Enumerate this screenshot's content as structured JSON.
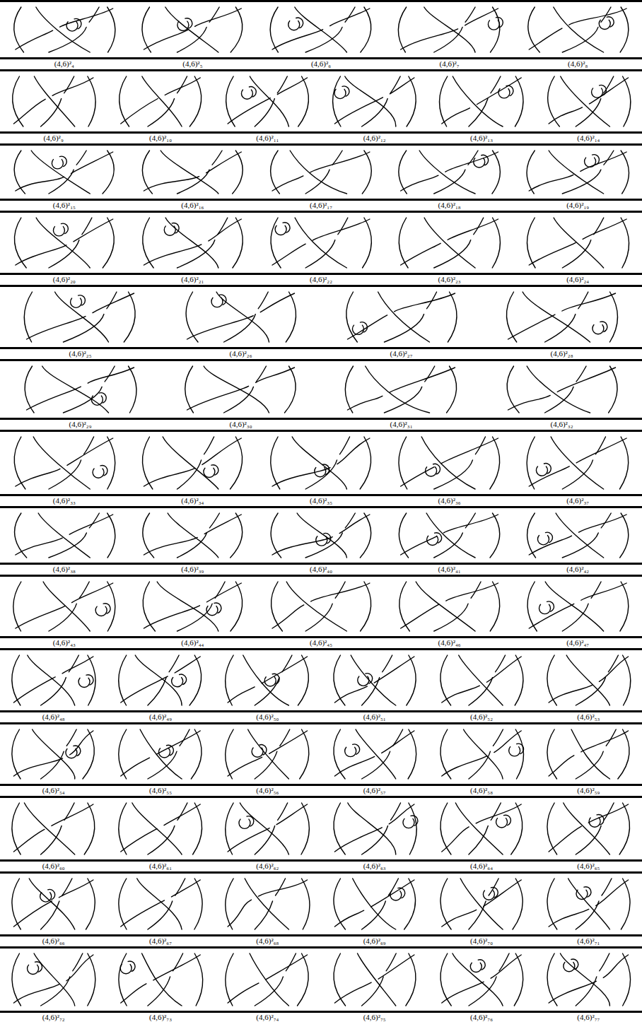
{
  "diagram": {
    "labels": [
      "(4,6)²₄",
      "(4,6)²₅",
      "(4,6)²₆",
      "(4,6)²₇",
      "(4,6)²₈",
      "(4,6)²₉",
      "(4,6)²₁₀",
      "(4,6)²₁₁",
      "(4,6)²₁₂",
      "(4,6)²₁₃",
      "(4,6)²₁₄",
      "(4,6)²₁₅",
      "(4,6)²₁₆",
      "(4,6)²₁₇",
      "(4,6)²₁₈",
      "(4,6)²₁₉",
      "(4,6)²₂₀",
      "(4,6)²₂₁",
      "(4,6)²₂₂",
      "(4,6)²₂₃",
      "(4,6)²₂₄",
      "(4,6)²₂₅",
      "(4,6)²₂₆",
      "(4,6)²₂₇",
      "(4,6)²₂₈",
      "(4,6)²₂₉",
      "(4,6)²₃₀",
      "(4,6)²₃₁",
      "(4,6)²₃₂",
      "(4,6)²₃₃",
      "(4,6)²₃₄",
      "(4,6)²₃₅",
      "(4,6)²₃₆",
      "(4,6)²₃₇",
      "(4,6)²₃₈",
      "(4,6)²₃₉",
      "(4,6)²₄₀",
      "(4,6)²₄₁",
      "(4,6)²₄₂",
      "(4,6)²₄₃",
      "(4,6)²₄₄",
      "(4,6)²₄₅",
      "(4,6)²₄₆",
      "(4,6)²₄₇",
      "(4,6)²₄₈",
      "(4,6)²₄₉",
      "(4,6)²₅₀",
      "(4,6)²₅₁",
      "(4,6)²₅₂",
      "(4,6)²₅₃",
      "(4,6)²₅₄",
      "(4,6)²₅₅",
      "(4,6)²₅₆",
      "(4,6)²₅₇",
      "(4,6)²₅₈",
      "(4,6)²₅₉",
      "(4,6)²₆₀",
      "(4,6)²₆₁",
      "(4,6)²₆₂",
      "(4,6)²₆₃",
      "(4,6)²₆₄",
      "(4,6)²₆₅",
      "(4,6)²₆₆",
      "(4,6)²₆₇",
      "(4,6)²₆₈",
      "(4,6)²₆₉",
      "(4,6)²₇₀",
      "(4,6)²₇₁",
      "(4,6)²₇₂",
      "(4,6)²₇₃",
      "(4,6)²₇₄",
      "(4,6)²₇₅",
      "(4,6)²₇₆",
      "(4,6)²₇₇"
    ]
  }
}
